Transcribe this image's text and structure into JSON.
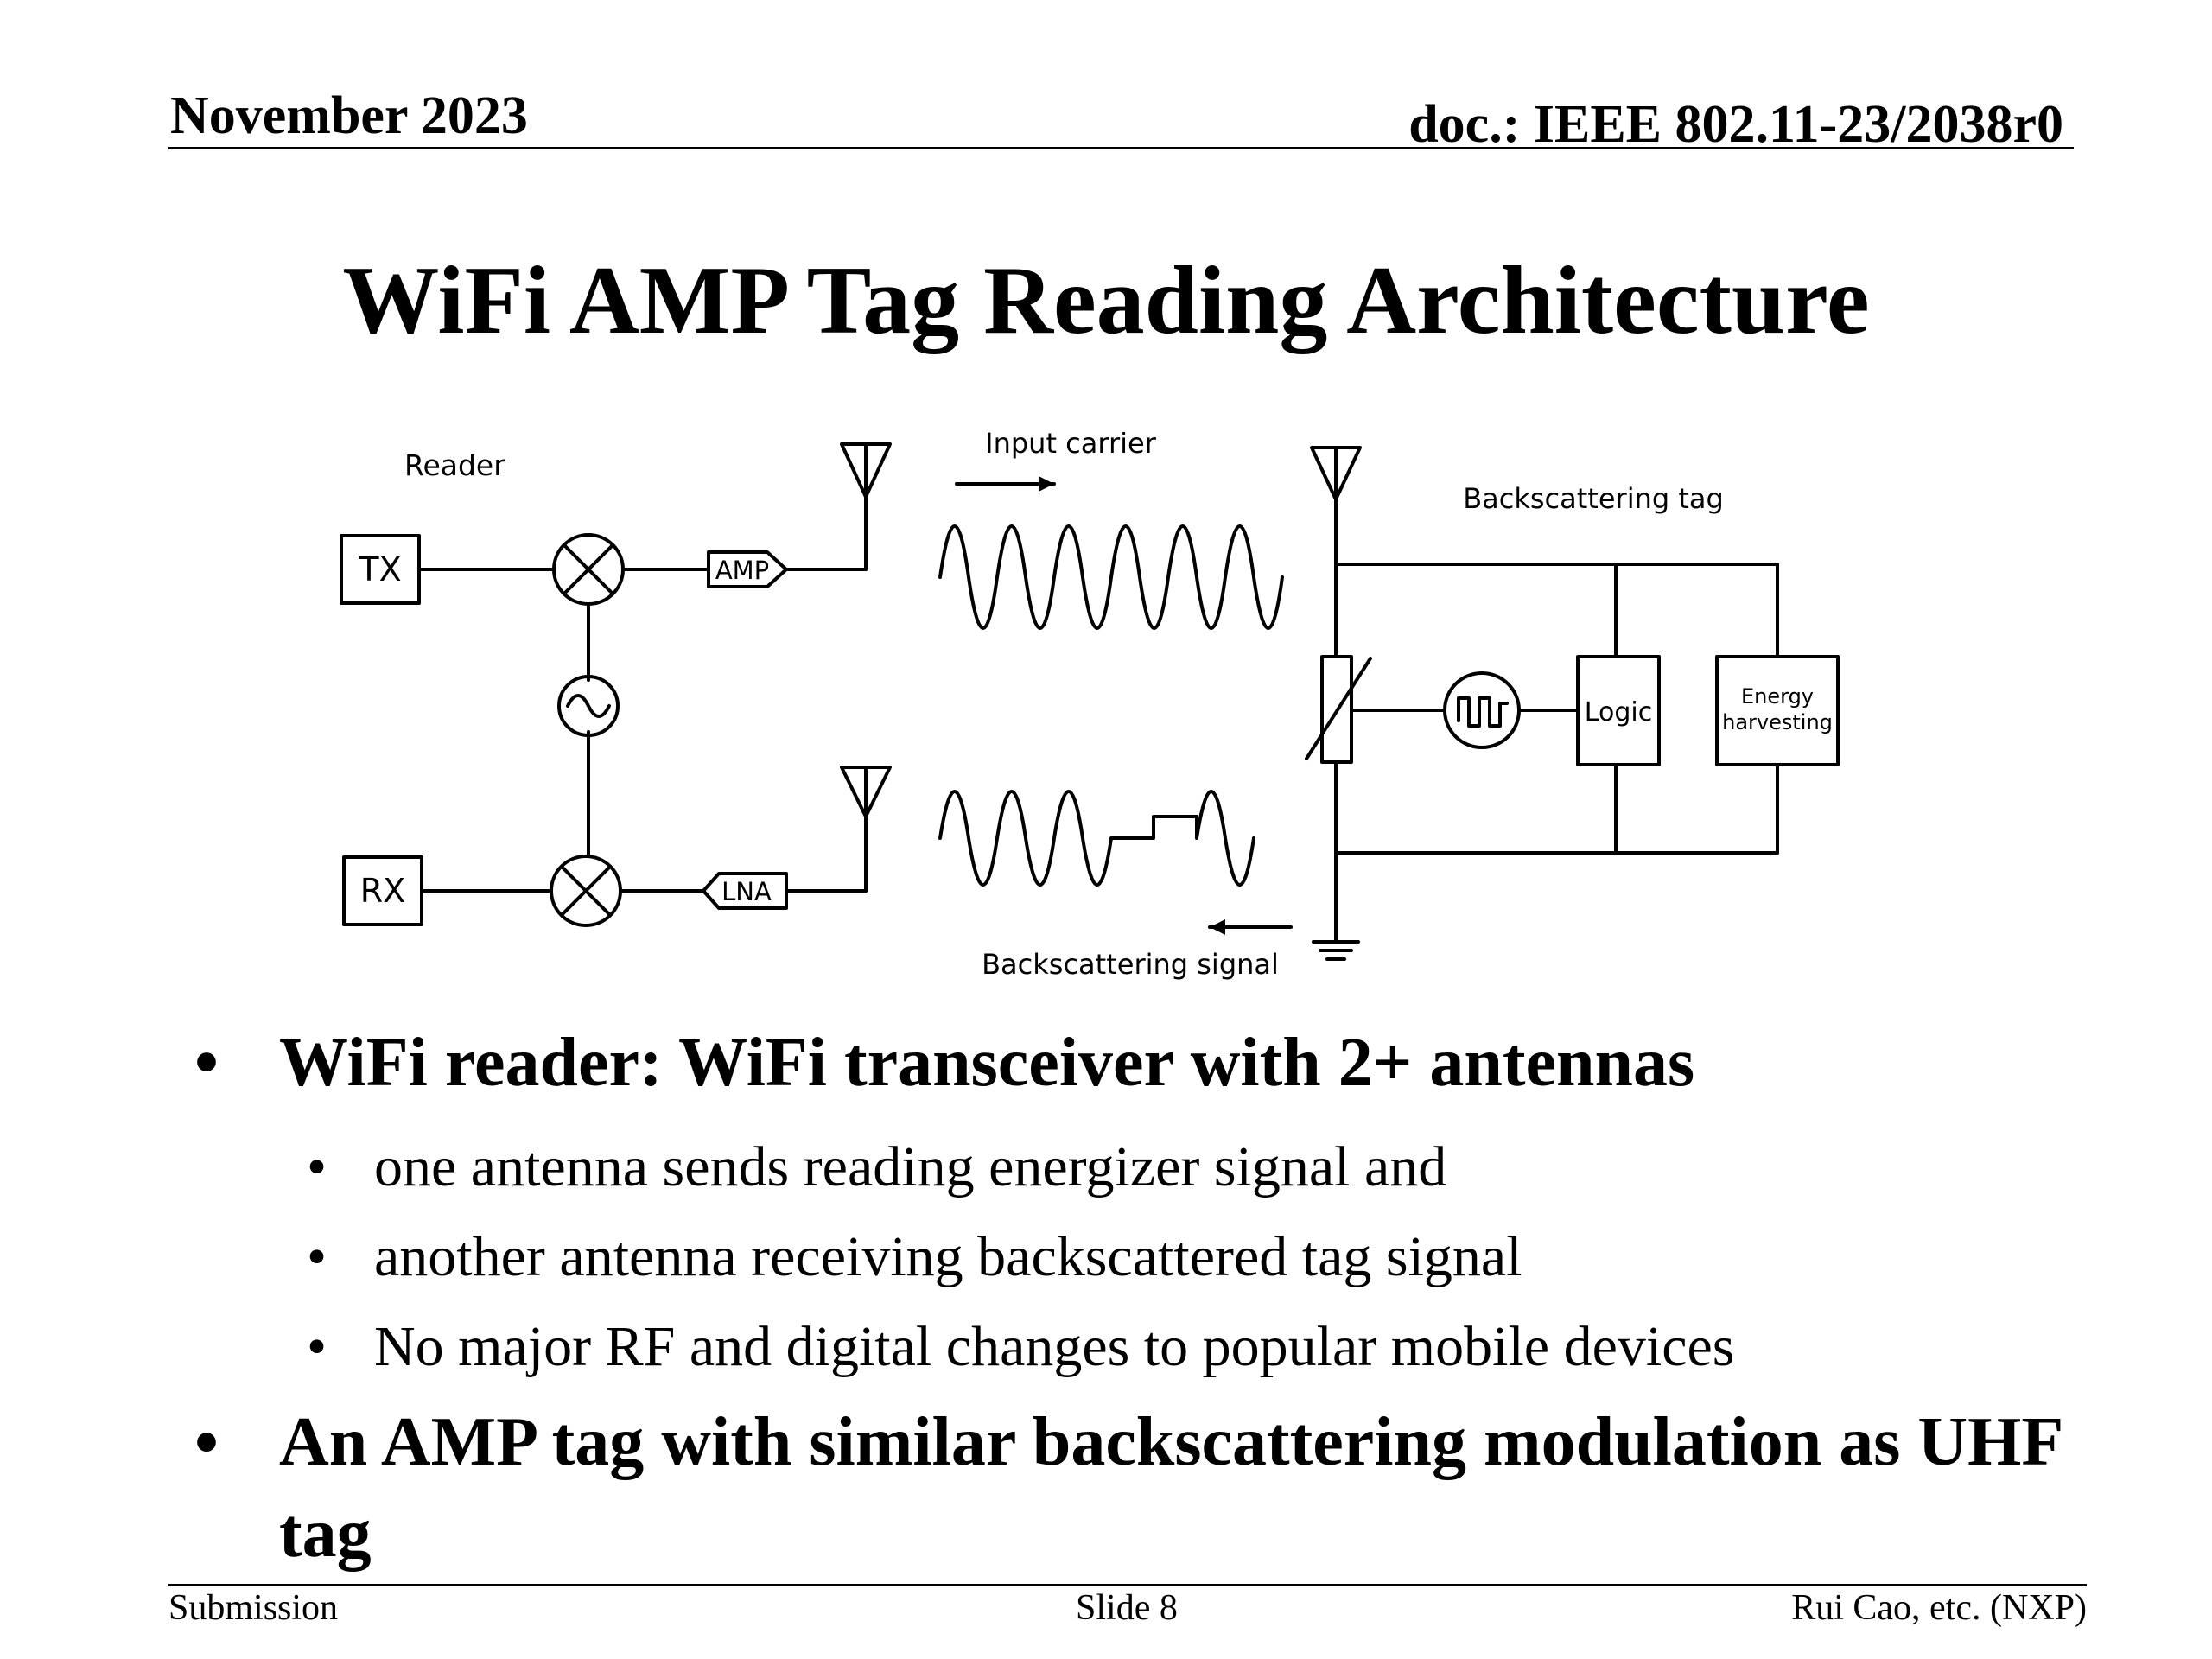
{
  "header": {
    "date": "November 2023",
    "doc": "doc.: IEEE 802.11-23/2038r0"
  },
  "title": "WiFi AMP Tag Reading Architecture",
  "diagram": {
    "reader_label": "Reader",
    "tx_label": "TX",
    "rx_label": "RX",
    "amp_label": "AMP",
    "lna_label": "LNA",
    "input_carrier_label": "Input carrier",
    "backscattering_signal_label": "Backscattering signal",
    "tag_label": "Backscattering tag",
    "logic_label": "Logic",
    "energy_label_line1": "Energy",
    "energy_label_line2": "harvesting"
  },
  "bullets": [
    {
      "text": "WiFi reader: WiFi transceiver with 2+ antennas",
      "sub": [
        "one antenna sends reading energizer signal and",
        "another antenna receiving backscattered tag signal",
        "No major RF and digital changes to popular mobile devices"
      ]
    },
    {
      "text": "An AMP tag with similar backscattering modulation as UHF tag",
      "sub": []
    }
  ],
  "bullet_glyph": "•",
  "footer": {
    "left": "Submission",
    "center": "Slide 8",
    "right": "Rui Cao, etc. (NXP)"
  }
}
